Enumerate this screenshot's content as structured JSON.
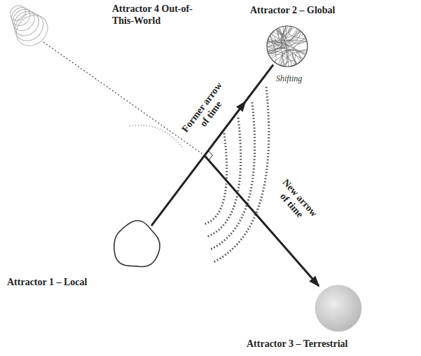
{
  "diagram": {
    "nodes": [
      {
        "text": [
          "Attractor 1 – Local"
        ]
      },
      {
        "text": [
          "Attractor 2 – Global"
        ]
      },
      {
        "text": [
          "Attractor 3 – Terrestrial"
        ]
      },
      {
        "text": [
          "Attractor 4 Out-of-This-World"
        ]
      }
    ],
    "edges": [
      {
        "from": 0,
        "to": 1,
        "arrow": "to",
        "label": "Former arrow of time"
      }
    ],
    "labels": [
      "Shifting",
      "New arrow of time"
    ]
  }
}
